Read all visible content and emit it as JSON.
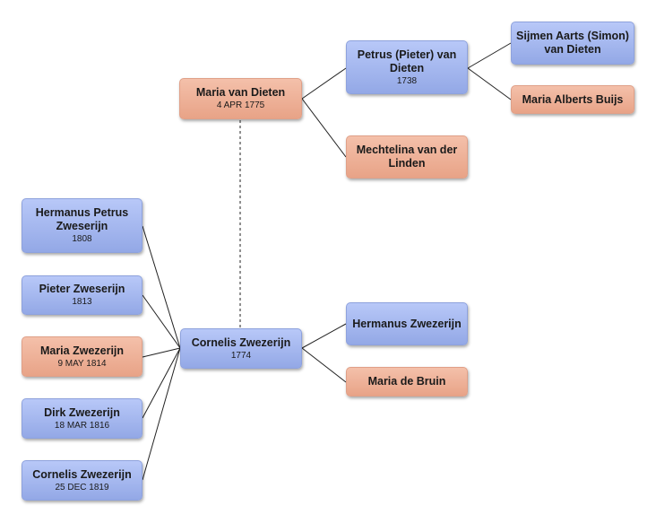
{
  "people": {
    "maria_van_dieten": {
      "name": "Maria van Dieten",
      "date": "4 APR 1775",
      "gender": "female"
    },
    "petrus_van_dieten": {
      "name": "Petrus (Pieter) van Dieten",
      "date": "1738",
      "gender": "male"
    },
    "mechtelina": {
      "name": "Mechtelina van der Linden",
      "date": "",
      "gender": "female"
    },
    "sijmen": {
      "name": "Sijmen Aarts (Simon) van Dieten",
      "date": "",
      "gender": "male"
    },
    "maria_buijs": {
      "name": "Maria Alberts Buijs",
      "date": "",
      "gender": "female"
    },
    "cornelis_1774": {
      "name": "Cornelis Zwezerijn",
      "date": "1774",
      "gender": "male"
    },
    "hermanus_father": {
      "name": "Hermanus Zwezerijn",
      "date": "",
      "gender": "male"
    },
    "maria_de_bruin": {
      "name": "Maria de Bruin",
      "date": "",
      "gender": "female"
    },
    "hermanus_petrus": {
      "name": "Hermanus Petrus Zweserijn",
      "date": "1808",
      "gender": "male"
    },
    "pieter": {
      "name": "Pieter Zweserijn",
      "date": "1813",
      "gender": "male"
    },
    "maria_zwezerijn": {
      "name": "Maria Zwezerijn",
      "date": "9 MAY 1814",
      "gender": "female"
    },
    "dirk": {
      "name": "Dirk Zwezerijn",
      "date": "18 MAR 1816",
      "gender": "male"
    },
    "cornelis_1819": {
      "name": "Cornelis Zwezerijn",
      "date": "25 DEC 1819",
      "gender": "male"
    }
  },
  "colors": {
    "male": "#a6b8f0",
    "female": "#eeb096",
    "connector": "#222222",
    "spouse_link": "#555555"
  }
}
